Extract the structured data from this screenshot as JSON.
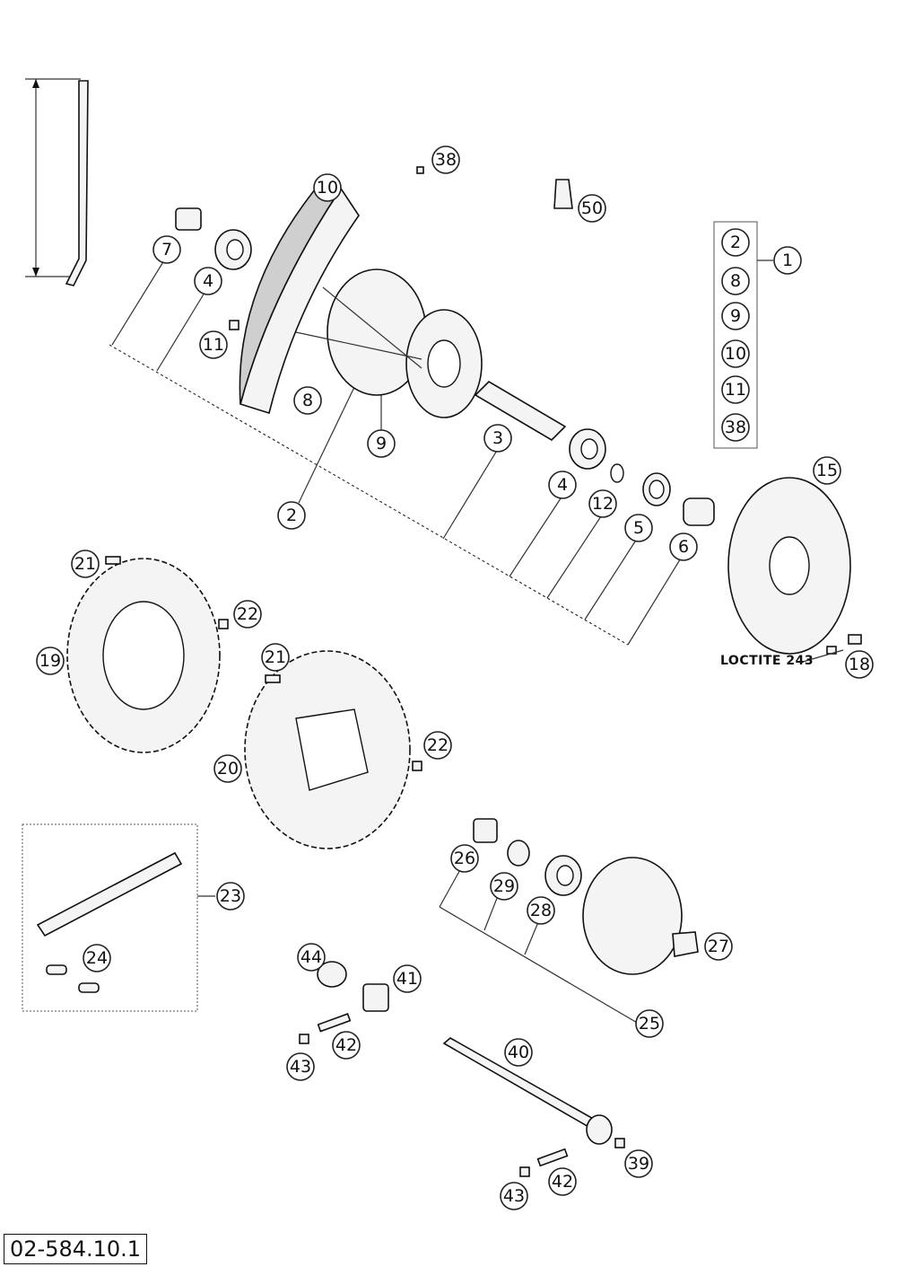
{
  "drawing_code": "02-584.10.1",
  "note_loctite": "LOCTITE 243",
  "callouts": [
    "1",
    "2",
    "3",
    "4",
    "5",
    "6",
    "7",
    "8",
    "9",
    "10",
    "11",
    "12",
    "15",
    "18",
    "19",
    "20",
    "21",
    "22",
    "23",
    "24",
    "25",
    "26",
    "27",
    "28",
    "29",
    "38",
    "39",
    "40",
    "41",
    "42",
    "43",
    "44",
    "50"
  ],
  "kit_1_contents": [
    "2",
    "8",
    "9",
    "10",
    "11",
    "38"
  ]
}
